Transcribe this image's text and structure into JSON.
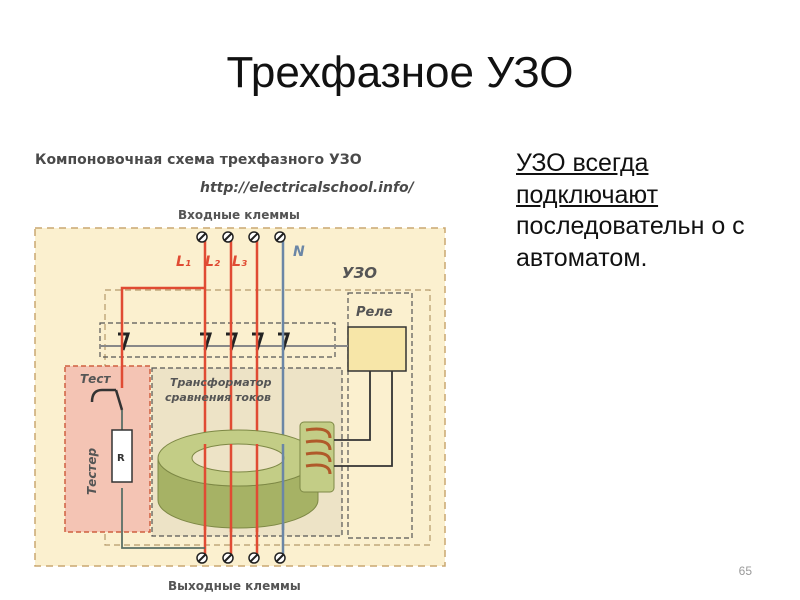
{
  "slide": {
    "title": "Трехфазное УЗО",
    "bullet_underlined": "УЗО всегда подключают",
    "bullet_rest": "последовательн о с автоматом.",
    "page_number": "65"
  },
  "diagram": {
    "caption_line1": "Компоновочная схема трехфазного УЗО",
    "caption_line2": "http://electricalschool.info/",
    "input_terminals_label": "Входные клеммы",
    "output_terminals_label": "Выходные клеммы",
    "phase_labels": [
      "L₁",
      "L₂",
      "L₃"
    ],
    "neutral_label": "N",
    "rcd_label": "УЗО",
    "relay_label": "Реле",
    "test_label": "Тест",
    "tester_label": "Тестер",
    "resistor_label": "R",
    "transformer_label_line1": "Трансформатор",
    "transformer_label_line2": "сравнения токов",
    "colors": {
      "background": "#fbf0cf",
      "phase_wire": "#e04b33",
      "neutral_wire": "#6b86a6",
      "core": "#b7c27a",
      "relay": "#f7e6a8",
      "tester_box": "#f4c4b4",
      "caption_text": "#4a4a4a",
      "label_text": "#555555"
    }
  }
}
